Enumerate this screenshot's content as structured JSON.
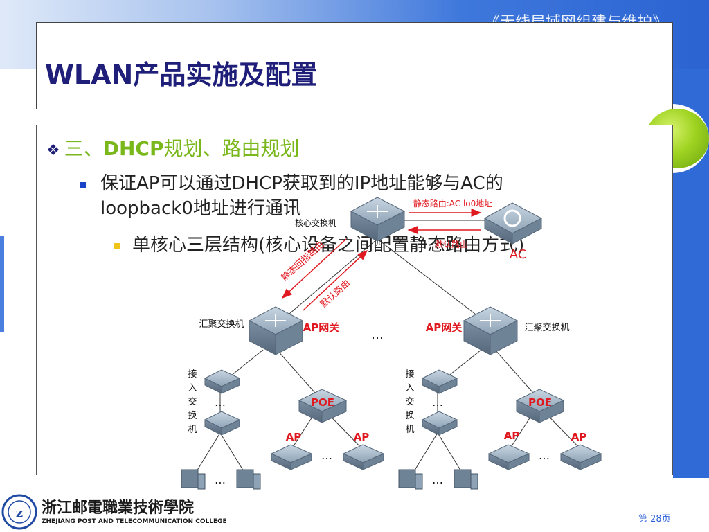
{
  "slide": {
    "header_deco": "《无线局域网组建与维护》",
    "title": "WLAN产品实施及配置",
    "heading_prefix": "三、",
    "heading_bold": "DHCP",
    "heading_rest": "规划、路由规划",
    "bullet1_line1": "保证AP可以通过DHCP获取到的IP地址能够与AC的",
    "bullet1_line2": "loopback0地址进行通讯",
    "bullet2": "单核心三层结构(核心设备之间配置静态路由方式)",
    "page_number": "第 28页"
  },
  "diagram": {
    "core_switch": "核心交换机",
    "ac_label": "AC",
    "static_route_ac": "静态路由:AC lo0地址",
    "default_route_top": "默认路由",
    "static_return": "静态回指路由",
    "default_route_diag": "默认路由",
    "agg_switch_left": "汇聚交换机",
    "agg_switch_right": "汇聚交换机",
    "ap_gateway_left": "AP网关",
    "ap_gateway_right": "AP网关",
    "ellipsis": "…",
    "access_switch_chars": [
      "接",
      "入",
      "交",
      "换",
      "机"
    ],
    "poe": "POE",
    "ap": "AP",
    "colors": {
      "red": "#e0181f",
      "device": "#8fa3b5",
      "line": "#222222"
    }
  },
  "college": {
    "name_cn": "浙江邮電職業技術學院",
    "name_en": "ZHEJIANG POST AND TELECOMMUNICATION COLLEGE"
  }
}
